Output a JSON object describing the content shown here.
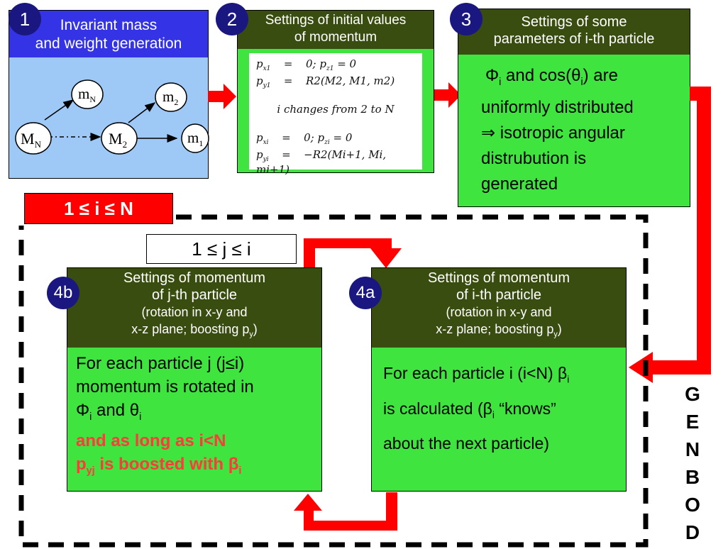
{
  "step1": {
    "badge": "1",
    "title_line1": "Invariant mass",
    "title_line2": "and weight generation",
    "nodes": {
      "MN": "M",
      "MN_sub": "N",
      "M2": "M",
      "M2_sub": "2",
      "mN": "m",
      "mN_sub": "N",
      "m2": "m",
      "m2_sub": "2",
      "m1": "m",
      "m1_sub": "1"
    }
  },
  "step2": {
    "badge": "2",
    "title_line1": "Settings of initial values",
    "title_line2": "of momentum",
    "eq1_lhs": "p",
    "eq1_lhs_sub": "x1",
    "eq1_rhs": "0; p",
    "eq1_rhs_sub": "z1",
    "eq1_rhs_tail": " = 0",
    "eq2_lhs": "p",
    "eq2_lhs_sub": "y1",
    "eq2_rhs": "R2(M2, M1, m2)",
    "middle": "i changes from 2 to N",
    "eq3_lhs": "p",
    "eq3_lhs_sub": "xi",
    "eq3_rhs": "0; p",
    "eq3_rhs_sub": "zi",
    "eq3_rhs_tail": " = 0",
    "eq4_lhs": "p",
    "eq4_lhs_sub": "yi",
    "eq4_rhs": "−R2(Mi+1, Mi, mi+1)",
    "eq_sign": "="
  },
  "step3": {
    "badge": "3",
    "title_line1": "Settings of some",
    "title_line2": "parameters of i-th particle",
    "body_line1a": "Φ",
    "body_line1b": "i",
    "body_line1c": " and cos(θ",
    "body_line1d": "i",
    "body_line1e": ") are",
    "body_line2": "uniformly distributed",
    "body_line3": "⇒ isotropic angular",
    "body_line4": "distrubution is",
    "body_line5": "generated"
  },
  "loop_i": {
    "label": "1 ≤ i ≤ N"
  },
  "loop_j": {
    "label": "1 ≤ j ≤ i"
  },
  "step4b": {
    "badge": "4b",
    "title_line1": "Settings of momentum",
    "title_line2": "of j-th particle",
    "title_line3": "(rotation in x-y and",
    "title_line4a": "x-z plane; boosting p",
    "title_line4b": "y",
    "title_line4c": ")",
    "body_line1": "For each particle j (j≤i)",
    "body_line2": "momentum is rotated in",
    "body_line3a": "Φ",
    "body_line3b": "i",
    "body_line3c": " and θ",
    "body_line3d": "i",
    "red_line1": "and as long as i<N",
    "red_line2a": "p",
    "red_line2b": "yj",
    "red_line2c": " is boosted with β",
    "red_line2d": "i"
  },
  "step4a": {
    "badge": "4a",
    "title_line1": "Settings of momentum",
    "title_line2": "of i-th particle",
    "title_line3": "(rotation in x-y and",
    "title_line4a": "x-z plane; boosting p",
    "title_line4b": "y",
    "title_line4c": ")",
    "body_line1a": "For each particle i (i<N) β",
    "body_line1b": "i",
    "body_line2a": "is calculated (β",
    "body_line2b": "i",
    "body_line2c": " “knows”",
    "body_line3": "about the next particle)"
  },
  "genbod": [
    "G",
    "E",
    "N",
    "B",
    "O",
    "D"
  ],
  "colors": {
    "header_dark": "#3a4d10",
    "green": "#3fe43f",
    "blue_header": "#3434e6",
    "light_blue": "#9ec8f5",
    "red": "#ff0000",
    "badge": "#1a1880"
  }
}
